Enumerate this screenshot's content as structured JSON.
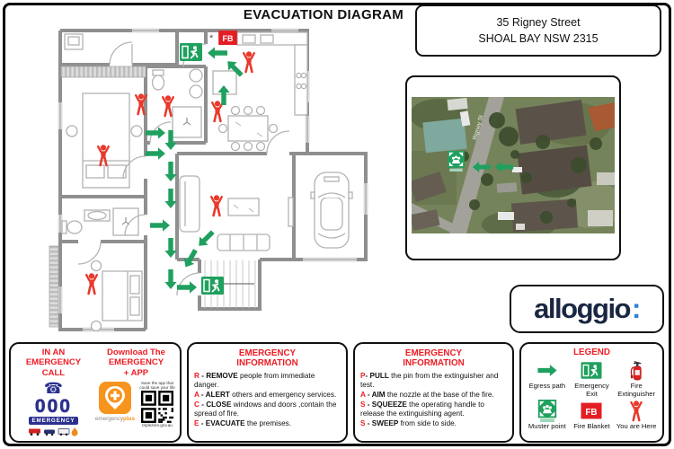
{
  "header": {
    "title": "EVACUATION DIAGRAM"
  },
  "address": {
    "line1": "35 Rigney Street",
    "line2": "SHOAL BAY NSW 2315"
  },
  "map": {
    "street_label": "Rigney St"
  },
  "brand": {
    "name": "alloggio",
    "colon": ":"
  },
  "call_box": {
    "left_title": [
      "IN AN",
      "EMERGENCY",
      "CALL"
    ],
    "right_title": [
      "Download The",
      "EMERGENCY",
      "+ APP"
    ],
    "zero_number": "000",
    "zero_label": "EMERGENCY",
    "app_name_gray": "emergency",
    "app_name_orange": "plus",
    "qr_caption_top": "Save the app that could save your life",
    "qr_caption_bottom": "triplezero.gov.au"
  },
  "race_box": {
    "title": [
      "EMERGENCY",
      "INFORMATION"
    ],
    "items": [
      {
        "l": "R",
        "d": " - ",
        "w": "REMOVE",
        "r": " people from immediate danger."
      },
      {
        "l": "A",
        "d": " - ",
        "w": "ALERT",
        "r": " others and emergency services."
      },
      {
        "l": "C",
        "d": " - ",
        "w": "CLOSE",
        "r": " windows and doors ,contain the spread of fire."
      },
      {
        "l": "E",
        "d": " - ",
        "w": "EVACUATE",
        "r": " the premises."
      }
    ]
  },
  "pass_box": {
    "title": [
      "EMERGENCY",
      "INFORMATION"
    ],
    "items": [
      {
        "l": "P",
        "d": "- ",
        "w": "PULL",
        "r": " the pin from the extinguisher and test."
      },
      {
        "l": "A",
        "d": " - ",
        "w": "AIM",
        "r": " the nozzle at the base of the fire."
      },
      {
        "l": "S",
        "d": " - ",
        "w": "SQUEEZE",
        "r": " the operating handle to release the extinguishing agent."
      },
      {
        "l": "S",
        "d": " - ",
        "w": "SWEEP",
        "r": " from side to side."
      }
    ]
  },
  "legend": {
    "title": "LEGEND",
    "items": [
      {
        "icon": "egress-path-icon",
        "label": "Egress path"
      },
      {
        "icon": "emergency-exit-icon",
        "label": "Emergency Exit"
      },
      {
        "icon": "fire-extinguisher-icon",
        "label": "Fire Extinguisher"
      },
      {
        "icon": "muster-point-icon",
        "label": "Muster point"
      },
      {
        "icon": "fire-blanket-icon",
        "label": "Fire Blanket"
      },
      {
        "icon": "you-are-here-icon",
        "label": "You are Here"
      }
    ]
  },
  "floorplan": {
    "fb_label": "FB",
    "asterisk": "*",
    "persons": [
      [
        105,
        92
      ],
      [
        135,
        94
      ],
      [
        225,
        45
      ],
      [
        190,
        100
      ],
      [
        63,
        149
      ],
      [
        189,
        205
      ],
      [
        50,
        292
      ]
    ],
    "arrows": [
      [
        121,
        124,
        0
      ],
      [
        121,
        147,
        0
      ],
      [
        138,
        132,
        90
      ],
      [
        138,
        167,
        90
      ],
      [
        138,
        197,
        90
      ],
      [
        138,
        252,
        90
      ],
      [
        138,
        287,
        90
      ],
      [
        126,
        227,
        0
      ],
      [
        156,
        296,
        0
      ],
      [
        177,
        242,
        135
      ],
      [
        160,
        264,
        120
      ],
      [
        190,
        35,
        180
      ],
      [
        209,
        52,
        225
      ],
      [
        197,
        82,
        270
      ]
    ],
    "exits": [
      [
        148,
        24
      ],
      [
        172,
        284
      ]
    ],
    "fb_pos": [
      191,
      10
    ]
  },
  "colors": {
    "accent_red": "#ed1c24",
    "marker_red": "#e8392b",
    "egress_green": "#1fa05e",
    "navy_000": "#2c318e",
    "brand_navy": "#1b2742",
    "brand_blue": "#2f7fd6",
    "app_orange": "#f7941e",
    "wall_gray": "#8f8f8f"
  }
}
